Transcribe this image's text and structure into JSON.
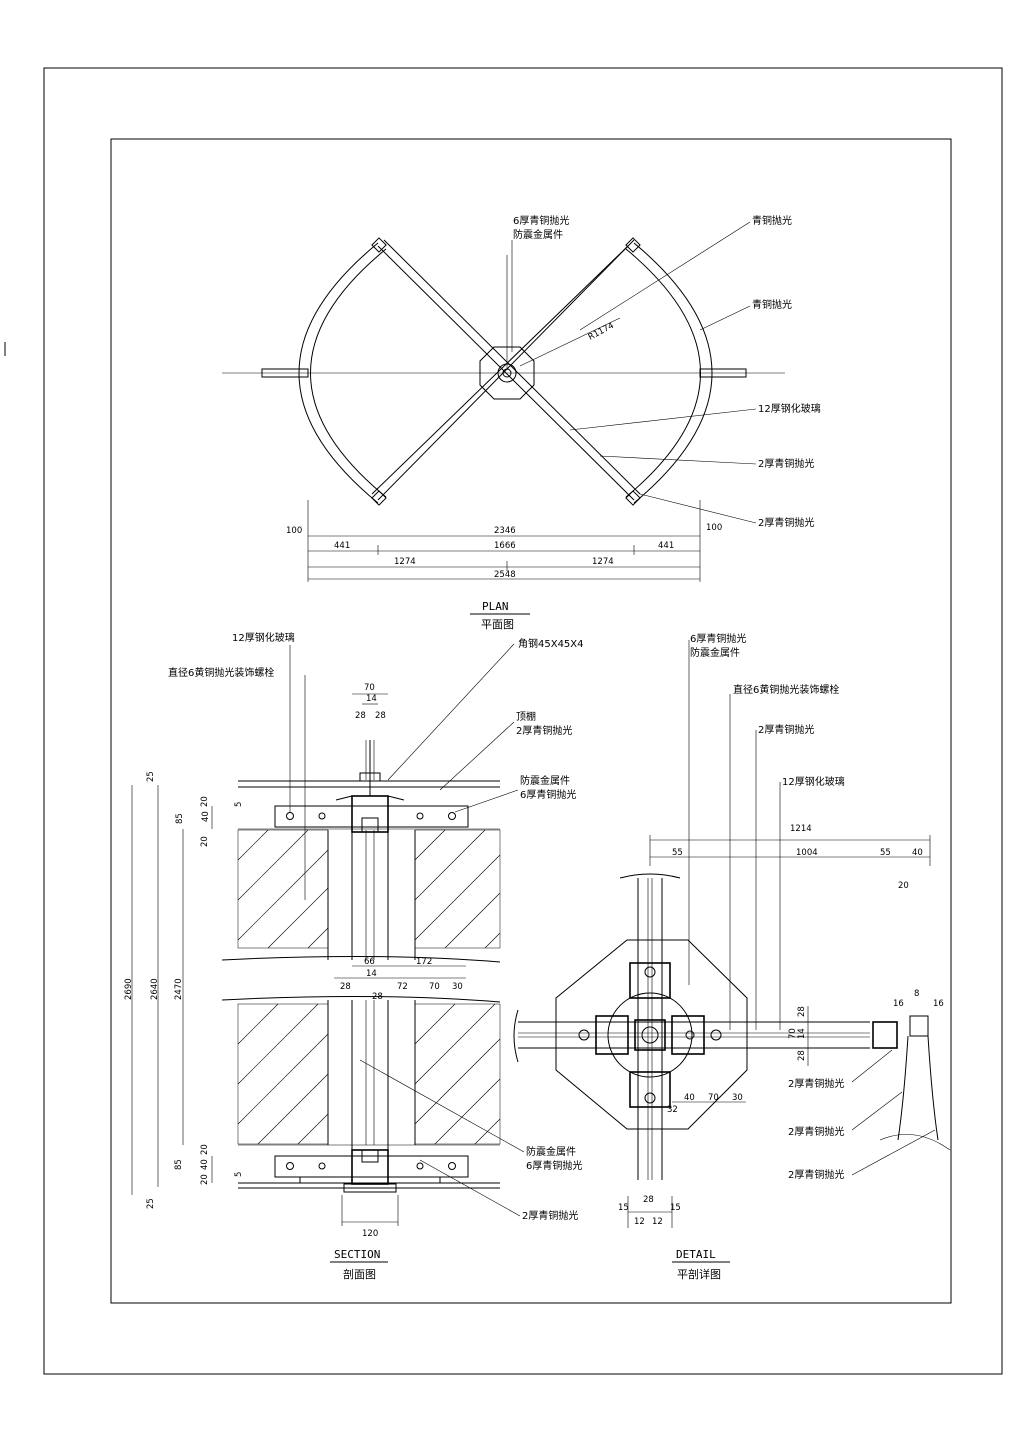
{
  "plan": {
    "title_en": "PLAN",
    "title_cn": "平面图",
    "labels": {
      "bronze_6_top": "6厚青铜抛光",
      "seismic_top": "防震金属件",
      "bronze_polish_1": "青铜抛光",
      "bronze_polish_2": "青铜抛光",
      "radius": "R1174",
      "glass": "12厚钢化玻璃",
      "bronze_2a": "2厚青铜抛光",
      "bronze_2b": "2厚青铜抛光"
    },
    "dims": {
      "d100_left": "100",
      "d100_right": "100",
      "d2346": "2346",
      "d441_left": "441",
      "d1666": "1666",
      "d441_right": "441",
      "d1274_left": "1274",
      "d1274_right": "1274",
      "d2548": "2548"
    }
  },
  "section": {
    "title_en": "SECTION",
    "title_cn": "剖面图",
    "labels": {
      "glass": "12厚钢化玻璃",
      "bolt": "直径6黄铜抛光装饰螺栓",
      "angle": "角钢45X45X4",
      "top_cap": "顶棚",
      "bronze_2_top": "2厚青铜抛光",
      "seismic": "防震金属件",
      "bronze_6": "6厚青铜抛光",
      "seismic_bottom": "防震金属件",
      "bronze_6_bottom": "6厚青铜抛光",
      "bronze_2_bottom": "2厚青铜抛光"
    },
    "dims": {
      "d70": "70",
      "d14": "14",
      "d28a": "28",
      "d28b": "28",
      "d25_top": "25",
      "d85_top": "85",
      "d40_top": "40",
      "d20_top_a": "20",
      "d20_top_b": "20",
      "d5_top": "5",
      "d2690": "2690",
      "d2640": "2640",
      "d2470": "2470",
      "d66": "66",
      "d14_mid": "14",
      "d172": "172",
      "d28_mid_a": "28",
      "d28_mid_b": "28",
      "d72": "72",
      "d70_mid": "70",
      "d30_mid": "30",
      "d85_bot": "85",
      "d40_bot": "40",
      "d20_bot_a": "20",
      "d20_bot_b": "20",
      "d5_bot": "5",
      "d25_bot": "25",
      "d120": "120"
    }
  },
  "detail": {
    "title_en": "DETAIL",
    "title_cn": "平剖详图",
    "labels": {
      "bronze_6": "6厚青铜抛光",
      "seismic": "防震金属件",
      "bolt": "直径6黄铜抛光装饰螺栓",
      "bronze_2": "2厚青铜抛光",
      "glass": "12厚钢化玻璃",
      "bronze_2_r1": "2厚青铜抛光",
      "bronze_2_r2": "2厚青铜抛光",
      "bronze_2_r3": "2厚青铜抛光"
    },
    "dims": {
      "d1214": "1214",
      "d55_left": "55",
      "d1004": "1004",
      "d55_right": "55",
      "d40": "40",
      "d20": "20",
      "d28_top": "28",
      "d14": "14",
      "d28_bot": "28",
      "d70_v": "70",
      "d40_h": "40",
      "d70_h": "70",
      "d30_h": "30",
      "d32": "32",
      "d8": "8",
      "d16a": "16",
      "d16b": "16",
      "d15a": "15",
      "d28_b": "28",
      "d15b": "15",
      "d12a": "12",
      "d12b": "12"
    }
  }
}
